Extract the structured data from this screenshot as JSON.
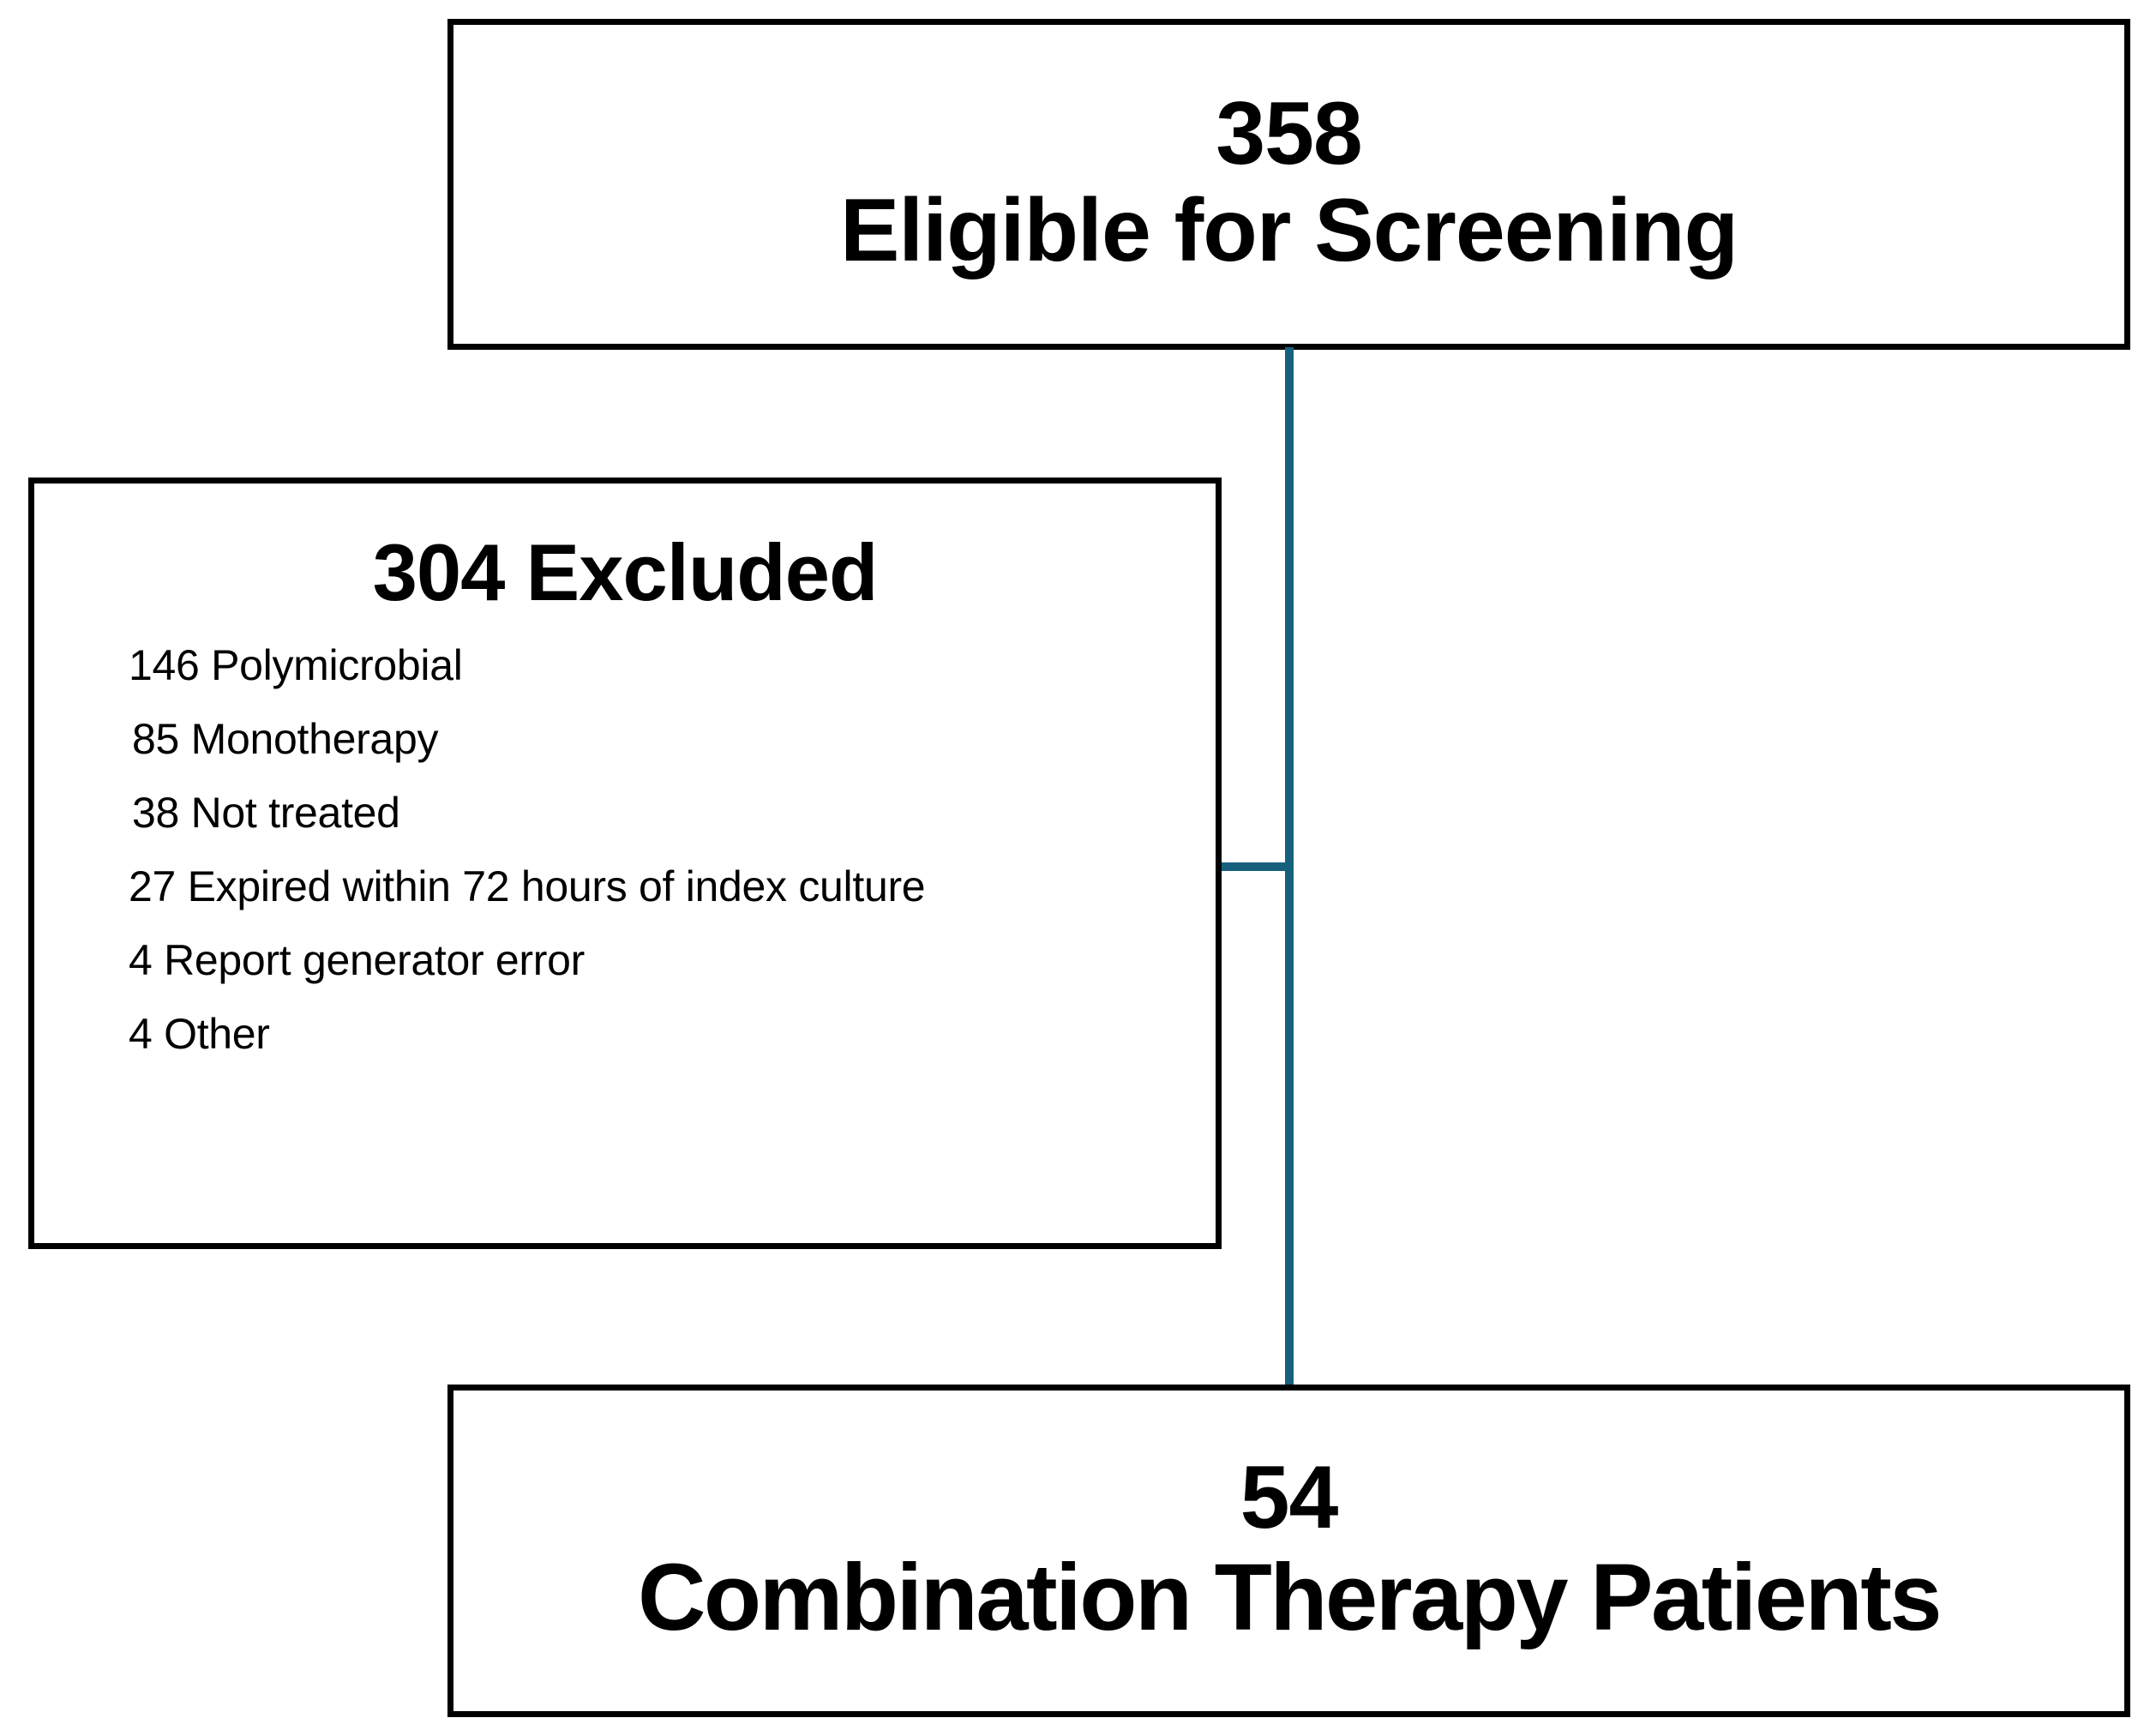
{
  "chart_data": {
    "type": "diagram",
    "title": "Patient screening and inclusion flow diagram",
    "nodes": [
      {
        "id": "screening",
        "count": "358",
        "label": "Eligible for Screening"
      },
      {
        "id": "excluded",
        "count": "304",
        "label": "Excluded"
      },
      {
        "id": "combination",
        "count": "54",
        "label": "Combination Therapy Patients"
      }
    ],
    "exclusion_reasons": [
      {
        "count": 146,
        "reason": "Polymicrobial"
      },
      {
        "count": 85,
        "reason": "Monotherapy"
      },
      {
        "count": 38,
        "reason": "Not treated"
      },
      {
        "count": 27,
        "reason": "Expired within 72 hours of index culture"
      },
      {
        "count": 4,
        "reason": "Report generator error"
      },
      {
        "count": 4,
        "reason": "Other"
      }
    ],
    "edges": [
      {
        "from": "screening",
        "to": "combination"
      },
      {
        "from": "screening",
        "to": "excluded"
      }
    ],
    "connector_color": "#17607d",
    "box_border_color": "#000000"
  },
  "screening": {
    "count": "358",
    "label": "Eligible for Screening"
  },
  "excluded": {
    "heading": "304 Excluded",
    "reasons": [
      "146 Polymicrobial",
      "85 Monotherapy",
      "38 Not treated",
      "27 Expired within 72 hours of index culture",
      "4 Report generator error",
      "4 Other"
    ]
  },
  "combination": {
    "count": "54",
    "label": "Combination Therapy Patients"
  }
}
